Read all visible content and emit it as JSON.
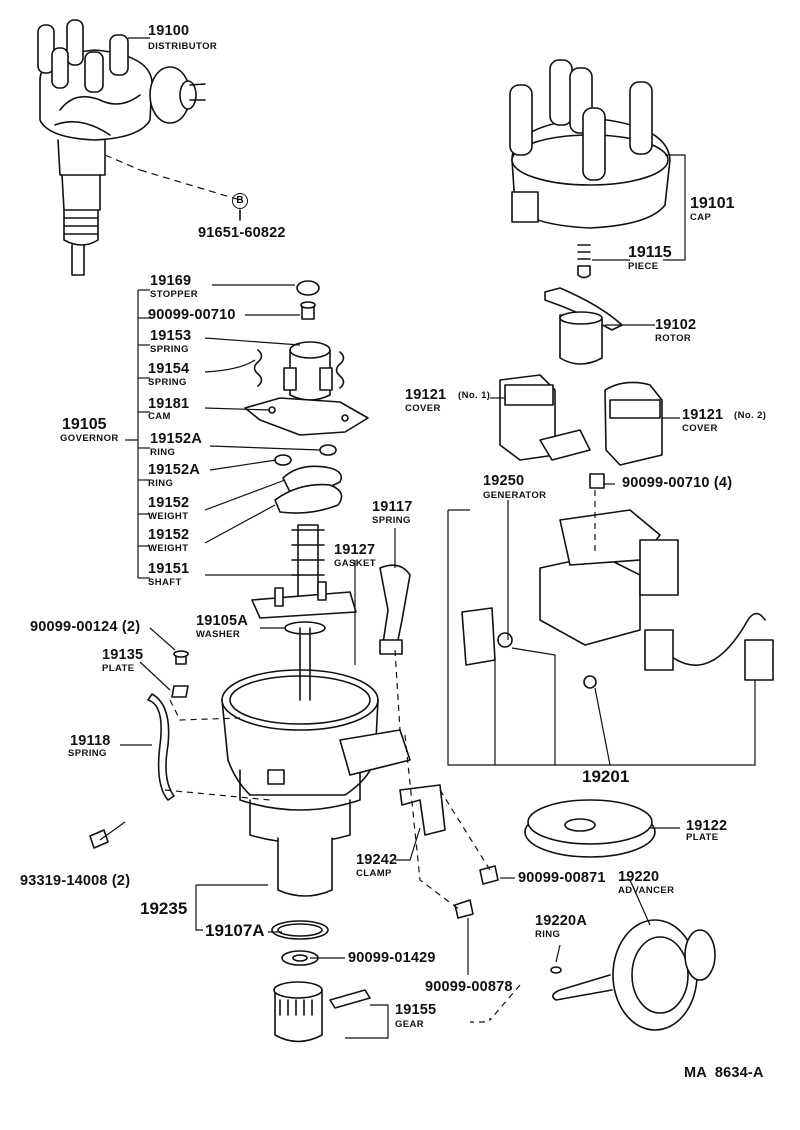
{
  "callouts": {
    "distributor": {
      "part": "19100",
      "name": "DISTRIBUTOR"
    },
    "bolt_b": {
      "badge": "B",
      "part": "91651-60822"
    },
    "cap": {
      "part": "19101",
      "name": "CAP"
    },
    "piece": {
      "part": "19115",
      "name": "PIECE"
    },
    "rotor": {
      "part": "19102",
      "name": "ROTOR"
    },
    "stopper": {
      "part": "19169",
      "name": "STOPPER"
    },
    "screw_00710": {
      "part": "90099-00710"
    },
    "spring_19153": {
      "part": "19153",
      "name": "SPRING"
    },
    "spring_19154": {
      "part": "19154",
      "name": "SPRING"
    },
    "cam": {
      "part": "19181",
      "name": "CAM"
    },
    "governor": {
      "part": "19105",
      "name": "GOVERNOR"
    },
    "ring_a1": {
      "part": "19152A",
      "name": "RING"
    },
    "ring_a2": {
      "part": "19152A",
      "name": "RING"
    },
    "weight_1": {
      "part": "19152",
      "name": "WEIGHT"
    },
    "weight_2": {
      "part": "19152",
      "name": "WEIGHT"
    },
    "shaft": {
      "part": "19151",
      "name": "SHAFT"
    },
    "washer": {
      "part": "19105A",
      "name": "WASHER"
    },
    "screw_00124": {
      "part": "90099-00124 (2)"
    },
    "plate_19135": {
      "part": "19135",
      "name": "PLATE"
    },
    "spring_19118": {
      "part": "19118",
      "name": "SPRING"
    },
    "bolt_14008": {
      "part": "93319-14008 (2)"
    },
    "spring_19117": {
      "part": "19117",
      "name": "SPRING"
    },
    "gasket": {
      "part": "19127",
      "name": "GASKET"
    },
    "cover_1": {
      "part": "19121",
      "qual": "(No. 1)",
      "name": "COVER"
    },
    "cover_2": {
      "part": "19121",
      "qual": "(No. 2)",
      "name": "COVER"
    },
    "generator": {
      "part": "19250",
      "name": "GENERATOR"
    },
    "screw_00710_4": {
      "part": "90099-00710 (4)"
    },
    "assy_19201": {
      "part": "19201"
    },
    "plate_19122": {
      "part": "19122",
      "name": "PLATE"
    },
    "clamp": {
      "part": "19242",
      "name": "CLAMP"
    },
    "screw_00871": {
      "part": "90099-00871"
    },
    "advancer": {
      "part": "19220",
      "name": "ADVANCER"
    },
    "ring_19220a": {
      "part": "19220A",
      "name": "RING"
    },
    "housing": {
      "part": "19235"
    },
    "oring": {
      "part": "19107A"
    },
    "washer_01429": {
      "part": "90099-01429"
    },
    "screw_00878": {
      "part": "90099-00878"
    },
    "gear": {
      "part": "19155",
      "name": "GEAR"
    }
  },
  "footer": {
    "code": "MA  8634-A"
  }
}
